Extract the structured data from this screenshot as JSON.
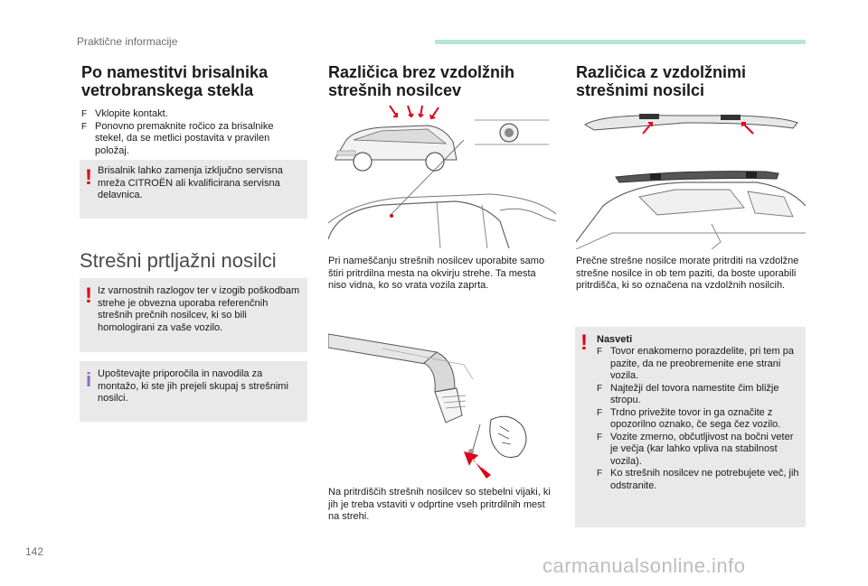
{
  "header": {
    "section": "Praktične informacije"
  },
  "page_number": "142",
  "watermark": "carmanualsonline.info",
  "col1": {
    "title_line1": "Po namestitvi brisalnika",
    "title_line2": "vetrobranskega stekla",
    "steps": [
      "Vklopite kontakt.",
      "Ponovno premaknite ročico za brisalnike stekel, da se metlici postavita v pravilen položaj."
    ],
    "warning1": "Brisalnik lahko zamenja izključno servisna mreža CITROËN ali kvalificirana servisna delavnica.",
    "roof_title": "Strešni prtljažni nosilci",
    "warning2": "Iz varnostnih razlogov ter v izogib poškodbam strehe je obvezna uporaba referenčnih strešnih prečnih nosilcev, ki so bili homologirani za vaše vozilo.",
    "info": "Upoštevajte priporočila in navodila za montažo, ki ste jih prejeli skupaj s strešnimi nosilci."
  },
  "col2": {
    "title_line1": "Različica brez vzdolžnih",
    "title_line2": "strešnih nosilcev",
    "para1": "Pri nameščanju strešnih nosilcev uporabite samo štiri pritrdilna mesta na okvirju strehe. Ta mesta niso vidna, ko so vrata vozila zaprta.",
    "para2": "Na pritrdiščih strešnih nosilcev so stebelni vijaki, ki jih je treba vstaviti v odprtine vseh pritrdilnih mest na strehi."
  },
  "col3": {
    "title_line1": "Različica z vzdolžnimi",
    "title_line2": "strešnimi nosilci",
    "para1": "Prečne strešne nosilce morate pritrditi na vzdolžne strešne nosilce in ob tem paziti, da boste uporabili pritrdišča, ki so označena na vzdolžnih nosilcih.",
    "tips_title": "Nasveti",
    "tips": [
      "Tovor enakomerno porazdelite, pri tem pa pazite, da ne preobremenite ene strani vozila.",
      "Najtežji del tovora namestite čim bližje stropu.",
      "Trdno privežite tovor in ga označite z opozorilno oznako, če sega čez vozilo.",
      "Vozite zmerno, občutljivost na bočni veter je večja (kar lahko vpliva na stabilnost vozila).",
      "Ko strešnih nosilcev ne potrebujete več, jih odstranite."
    ]
  },
  "icons": {
    "bullet": "F",
    "warning": "!",
    "info": "i"
  },
  "colors": {
    "warning": "#e2001a",
    "info": "#8e6bc0",
    "header_bar": "#b6e6da",
    "note_bg": "#e9e9e9"
  }
}
